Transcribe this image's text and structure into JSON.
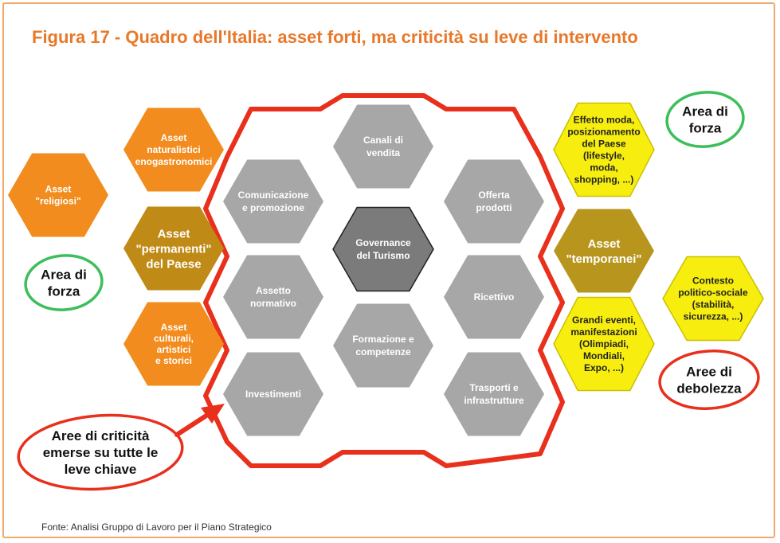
{
  "title": "Figura 17 - Quadro dell'Italia: asset forti, ma criticità su leve di intervento",
  "source": "Fonte: Analisi Gruppo di Lavoro per il Piano Strategico",
  "colors": {
    "orange": "#f28c1e",
    "dark_gold": "#c08a16",
    "gray": "#a7a7a7",
    "dark_gray": "#7b7b7b",
    "yellow": "#f7ee10",
    "olive": "#b8961e",
    "red": "#e8301c",
    "green": "#3cbf5a"
  },
  "hexes": {
    "asset_religiosi": [
      "Asset",
      "\"religiosi\""
    ],
    "asset_naturalistici": [
      "Asset",
      "naturalistici",
      "enogastronomici"
    ],
    "asset_permanenti": [
      "Asset",
      "\"permanenti\"",
      "del Paese"
    ],
    "asset_culturali": [
      "Asset",
      "culturali,",
      "artistici",
      "e storici"
    ],
    "canali_vendita": [
      "Canali di",
      "vendita"
    ],
    "comunicazione": [
      "Comunicazione",
      "e promozione"
    ],
    "offerta_prodotti": [
      "Offerta",
      "prodotti"
    ],
    "governance": [
      "Governance",
      "del Turismo"
    ],
    "assetto_normativo": [
      "Assetto",
      "normativo"
    ],
    "ricettivo": [
      "Ricettivo"
    ],
    "formazione": [
      "Formazione e",
      "competenze"
    ],
    "investimenti": [
      "Investimenti"
    ],
    "trasporti": [
      "Trasporti e",
      "infrastrutture"
    ],
    "effetto_moda": [
      "Effetto moda,",
      "posizionamento",
      "del Paese",
      "(lifestyle,",
      "moda,",
      "shopping, ...)"
    ],
    "asset_temporanei": [
      "Asset",
      "\"temporanei\""
    ],
    "contesto": [
      "Contesto",
      "politico-sociale",
      "(stabilità,",
      "sicurezza, ...)"
    ],
    "grandi_eventi": [
      "Grandi eventi,",
      "manifestazioni",
      "(Olimpiadi,",
      "Mondiali,",
      "Expo, ...)"
    ]
  },
  "callouts": {
    "area_forza_left": [
      "Area di",
      "forza"
    ],
    "area_forza_right": [
      "Area di",
      "forza"
    ],
    "aree_debolezza": [
      "Aree di",
      "debolezza"
    ],
    "aree_criticita": [
      "Aree di criticità",
      "emerse su tutte le",
      "leve chiave"
    ]
  }
}
